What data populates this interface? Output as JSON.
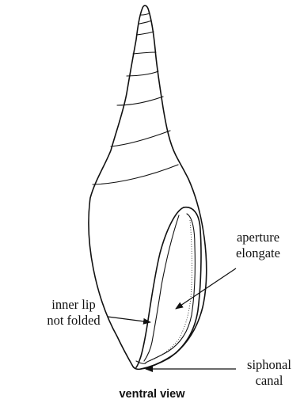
{
  "labels": {
    "aperture": [
      "aperture",
      "elongate"
    ],
    "inner_lip": [
      "inner lip",
      "not folded"
    ],
    "siphonal": [
      "siphonal",
      "canal"
    ]
  },
  "caption": "ventral view"
}
